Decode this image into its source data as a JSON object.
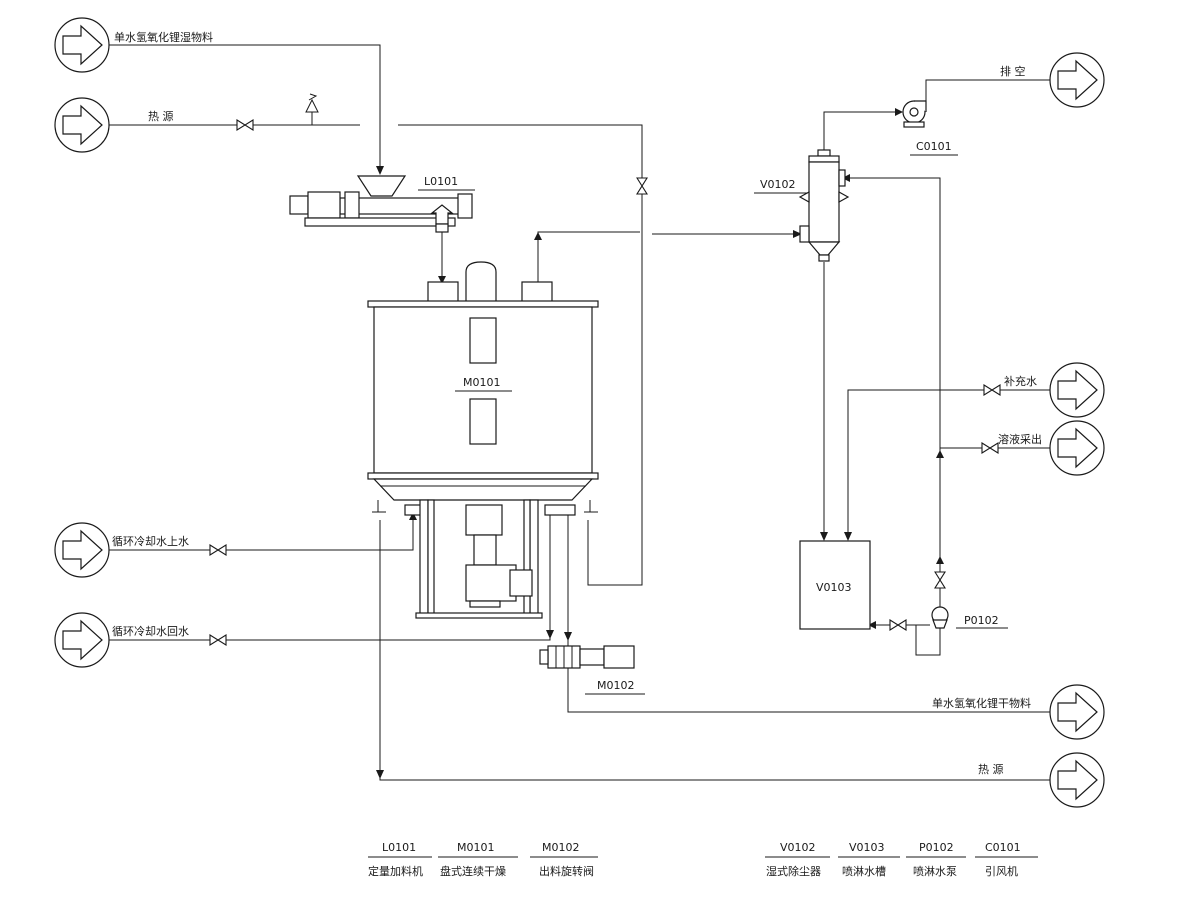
{
  "streams": {
    "wet_feed": "单水氢氧化锂湿物料",
    "heat_in": "热 源",
    "vent": "排 空",
    "makeup_water": "补充水",
    "solution_out": "溶液采出",
    "cw_supply": "循环冷却水上水",
    "cw_return": "循环冷却水回水",
    "dry_product": "单水氢氧化锂干物料",
    "heat_out": "热 源"
  },
  "equipment_tags": {
    "feeder": "L0101",
    "dryer": "M0101",
    "rotary_valve": "M0102",
    "scrubber": "V0102",
    "tank": "V0103",
    "pump": "P0102",
    "fan": "C0101"
  },
  "legend": [
    {
      "tag": "L0101",
      "name": "定量加料机"
    },
    {
      "tag": "M0101",
      "name": "盘式连续干燥"
    },
    {
      "tag": "M0102",
      "name": "出料旋转阀"
    },
    {
      "tag": "V0102",
      "name": "湿式除尘器"
    },
    {
      "tag": "V0103",
      "name": "喷淋水槽"
    },
    {
      "tag": "P0102",
      "name": "喷淋水泵"
    },
    {
      "tag": "C0101",
      "name": "引风机"
    }
  ]
}
